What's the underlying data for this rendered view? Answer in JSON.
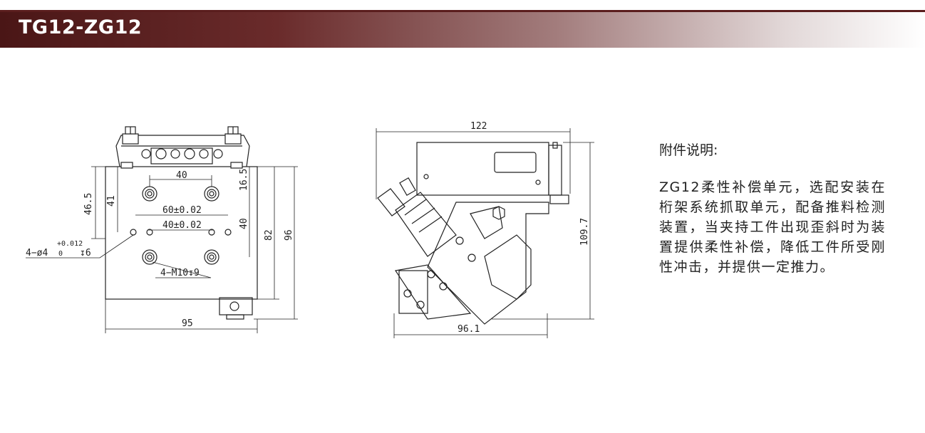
{
  "header": {
    "title": "TG12-ZG12",
    "accent_color": "#5a1d1d"
  },
  "front_view": {
    "dims": {
      "d40": "40",
      "d16_5": "16.5",
      "d46_5": "46.5",
      "d41": "41",
      "d60": "60±0.02",
      "d40b": "40±0.02",
      "d40v": "40",
      "d82": "82",
      "d96": "96",
      "d95": "95",
      "pin_prefix": "4−ø4",
      "pin_tol_upper": "+0.012",
      "pin_tol_lower": "0",
      "pin_depth": "↧6",
      "thread": "4−M10↧9"
    }
  },
  "side_view": {
    "dims": {
      "d122": "122",
      "d109_7": "109.7",
      "d96_1": "96.1"
    }
  },
  "notes": {
    "title": "附件说明:",
    "body": "ZG12柔性补偿单元，选配安装在桁架系统抓取单元，配备推料检测装置，当夹持工件出现歪斜时为装置提供柔性补偿，降低工件所受刚性冲击，并提供一定推力。"
  }
}
